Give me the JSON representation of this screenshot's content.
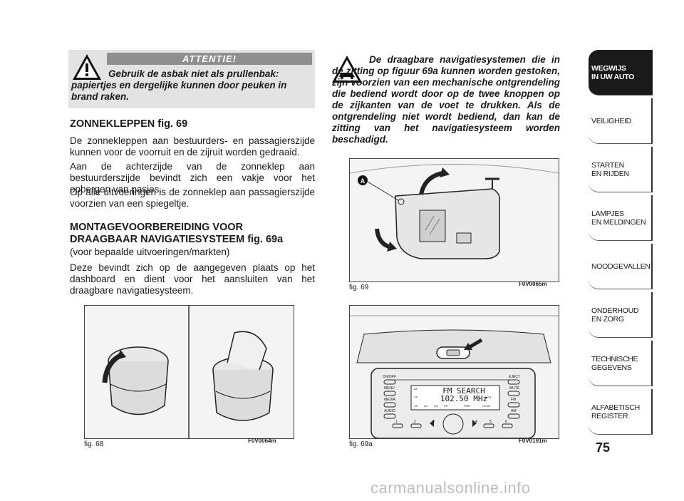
{
  "left": {
    "warning": {
      "title": "ATTENTIE!",
      "text": "Gebruik de asbak niet als prullenbak: papiertjes en dergelijke kunnen door peuken in brand raken."
    },
    "section1": {
      "heading": "ZONNEKLEPPEN fig. 69",
      "p1": "De zonnekleppen aan bestuurders- en passagierszijde kunnen voor de voorruit en de zijruit worden gedraaid.",
      "p2": "Aan de achterzijde van de zonneklep aan bestuurderszijde bevindt zich een vakje voor het opbergen van pasjes.",
      "p3": "Op alle uitvoeringen is de zonneklep aan passagierszijde voorzien van een spiegeltje."
    },
    "section2": {
      "heading_line1": "MONTAGEVOORBEREIDING VOOR",
      "heading_line2": "DRAAGBAAR NAVIGATIESYSTEEM fig. 69a",
      "sub": "(voor bepaalde uitvoeringen/markten)",
      "p1": "Deze bevindt zich op de aangegeven plaats op het dashboard en dient voor het aansluiten van het draagbare navigatiesysteem."
    },
    "fig68": {
      "label": "fig. 68",
      "code": "F0V0064m"
    }
  },
  "right": {
    "note": "De draagbare navigatiesystemen die in de zitting op figuur 69a kunnen worden gestoken, zijn voorzien van een mechanische ontgrendeling die bediend wordt door op de twee knoppen op de zijkanten van de voet te drukken. Als de ontgrendeling niet wordt bediend, dan kan de zitting van het navigatiesysteem worden beschadigd.",
    "fig69": {
      "label": "fig. 69",
      "code": "F0V0065m",
      "callout": "A"
    },
    "fig69a": {
      "label": "fig. 69a",
      "code": "F0V0191m",
      "radio": {
        "display_line1": "FM SEARCH",
        "display_line2": "102.50 MHz",
        "on_off": "ON/OFF",
        "eject": "EJECT",
        "menu": "MENU",
        "mute": "MUTE",
        "media": "MEDIA",
        "fm": "FM",
        "audio": "AUDIO",
        "am": "AM",
        "af": "AF",
        "tp": "TP",
        "ta": "TA",
        "mp3": "MP3",
        "ld": "LD",
        "eq": "EQ",
        "pr": "PR",
        "fmr": "FMR",
        "cdin": "CD-IN",
        "presets": [
          "1",
          "2",
          "3",
          "4",
          "5",
          "6"
        ]
      }
    }
  },
  "tabs": [
    {
      "label": "WEGWIJS\nIN UW AUTO",
      "active": true
    },
    {
      "label": "VEILIGHEID",
      "active": false
    },
    {
      "label": "STARTEN\nEN RIJDEN",
      "active": false
    },
    {
      "label": "LAMPJES\nEN MELDINGEN",
      "active": false
    },
    {
      "label": "NOODGEVALLEN",
      "active": false
    },
    {
      "label": "ONDERHOUD\nEN ZORG",
      "active": false
    },
    {
      "label": "TECHNISCHE\nGEGEVENS",
      "active": false
    },
    {
      "label": "ALFABETISCH\nREGISTER",
      "active": false
    }
  ],
  "page_number": "75",
  "watermark": "carmanualsonline.info"
}
